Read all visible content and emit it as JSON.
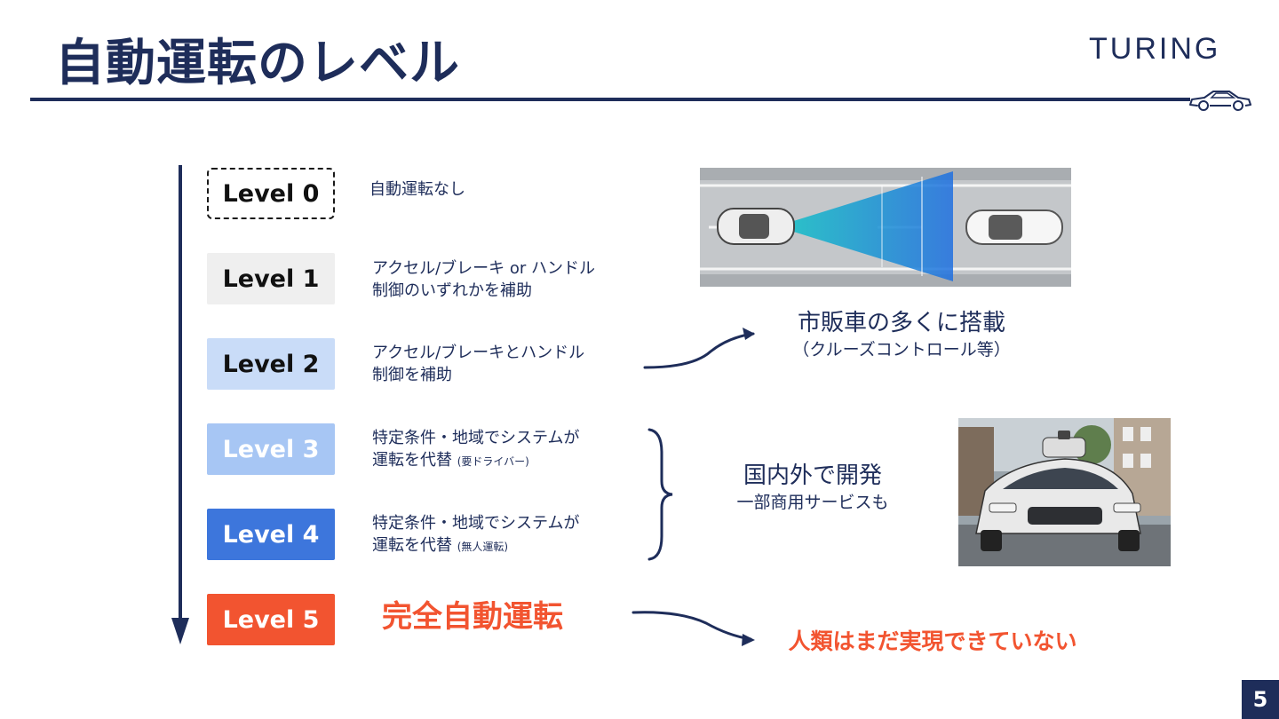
{
  "header": {
    "title": "自動運転のレベル",
    "logo": "TURING"
  },
  "levels": [
    {
      "label": "Level 0",
      "desc_line1": "自動運転なし",
      "desc_line2": "",
      "note": ""
    },
    {
      "label": "Level 1",
      "desc_line1": "アクセル/ブレーキ or ハンドル",
      "desc_line2": "制御のいずれかを補助",
      "note": ""
    },
    {
      "label": "Level 2",
      "desc_line1": "アクセル/ブレーキとハンドル",
      "desc_line2": "制御を補助",
      "note": ""
    },
    {
      "label": "Level 3",
      "desc_line1": "特定条件・地域でシステムが",
      "desc_line2": "運転を代替",
      "note": "(要ドライバー)"
    },
    {
      "label": "Level 4",
      "desc_line1": "特定条件・地域でシステムが",
      "desc_line2": "運転を代替",
      "note": "(無人運転)"
    },
    {
      "label": "Level 5",
      "desc_line1": "完全自動運転",
      "desc_line2": "",
      "note": ""
    }
  ],
  "callouts": {
    "commercial_main": "市販車の多くに搭載",
    "commercial_sub": "（クルーズコントロール等）",
    "development_main": "国内外で開発",
    "development_sub": "一部商用サービスも",
    "not_realized": "人類はまだ実現できていない"
  },
  "page_number": "5",
  "colors": {
    "navy": "#1e2d5a",
    "level1": "#efefef",
    "level2": "#c9dcf8",
    "level3": "#a7c6f4",
    "level4": "#3d76dc",
    "level5": "#f25430"
  },
  "icons": {
    "header_car": "car-outline-icon"
  }
}
